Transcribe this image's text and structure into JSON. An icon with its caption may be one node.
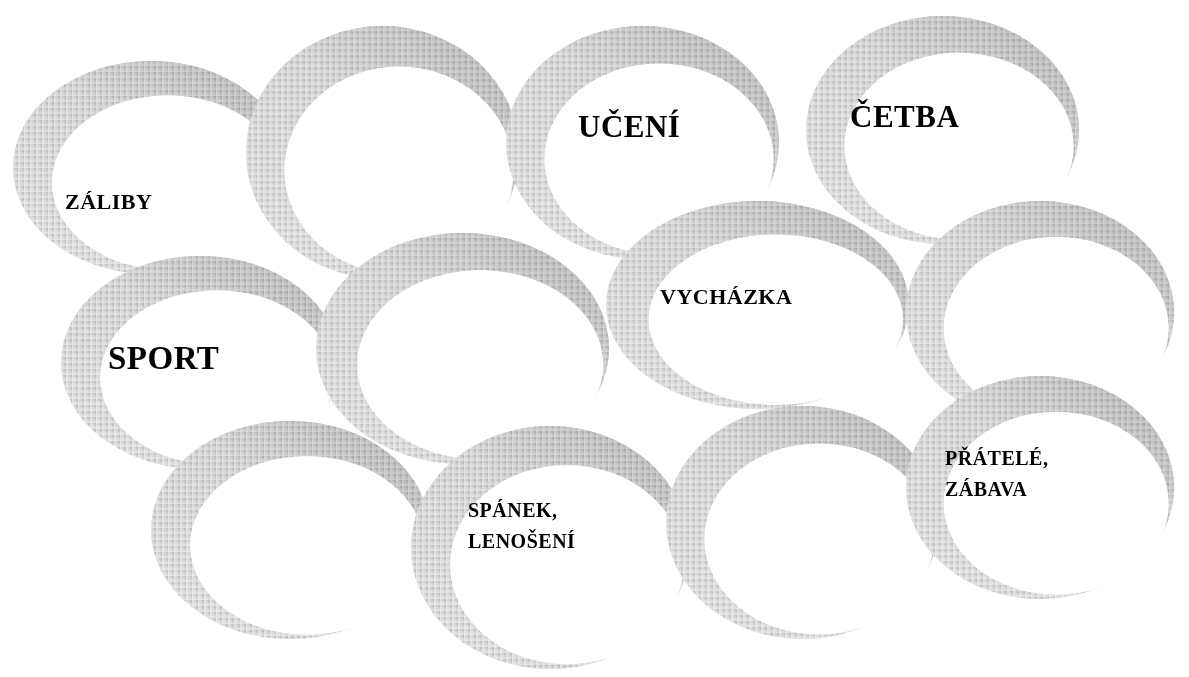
{
  "diagram": {
    "nodes": [
      {
        "text": [
          "ZÁLIBY"
        ]
      },
      {
        "text": [],
        "shape": "ring"
      },
      {
        "text": [
          "UČENÍ"
        ]
      },
      {
        "text": [
          "ČETBA"
        ]
      },
      {
        "text": [
          "SPORT"
        ]
      },
      {
        "text": [],
        "shape": "ring"
      },
      {
        "text": [
          "VYCHÁZKA"
        ]
      },
      {
        "text": [],
        "shape": "ring"
      },
      {
        "text": [],
        "shape": "ring"
      },
      {
        "text": [
          "SPÁNEK, LENOŠENÍ"
        ]
      },
      {
        "text": [],
        "shape": "ring"
      },
      {
        "text": [
          "PŘÁTELÉ, ZÁBAVA"
        ]
      }
    ]
  }
}
